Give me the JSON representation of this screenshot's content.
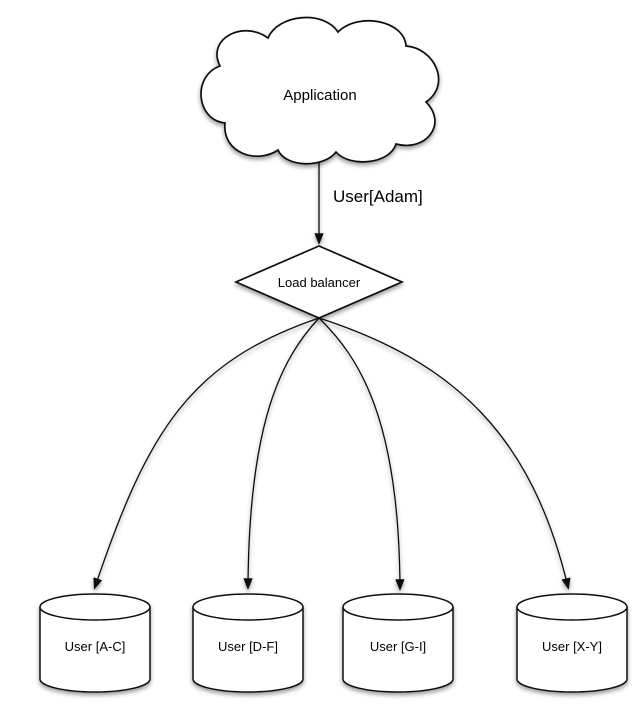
{
  "diagram": {
    "type": "flowchart",
    "background": "#ffffff",
    "stroke_color": "#111111",
    "shape_fill": "#ffffff",
    "text_color": "#000000",
    "nodes": {
      "application": {
        "label": "Application",
        "shape": "cloud"
      },
      "load_balancer": {
        "label": "Load balancer",
        "shape": "diamond"
      },
      "shards": [
        {
          "label": "User [A-C]",
          "shape": "cylinder"
        },
        {
          "label": "User [D-F]",
          "shape": "cylinder"
        },
        {
          "label": "User [G-I]",
          "shape": "cylinder"
        },
        {
          "label": "User [X-Y]",
          "shape": "cylinder"
        }
      ]
    },
    "edges": {
      "app_to_lb": {
        "label": "User[Adam]",
        "from": "application",
        "to": "load_balancer"
      },
      "lb_to_shards": [
        {
          "from": "load_balancer",
          "to": "User [A-C]"
        },
        {
          "from": "load_balancer",
          "to": "User [D-F]"
        },
        {
          "from": "load_balancer",
          "to": "User [G-I]"
        },
        {
          "from": "load_balancer",
          "to": "User [X-Y]"
        }
      ]
    }
  }
}
